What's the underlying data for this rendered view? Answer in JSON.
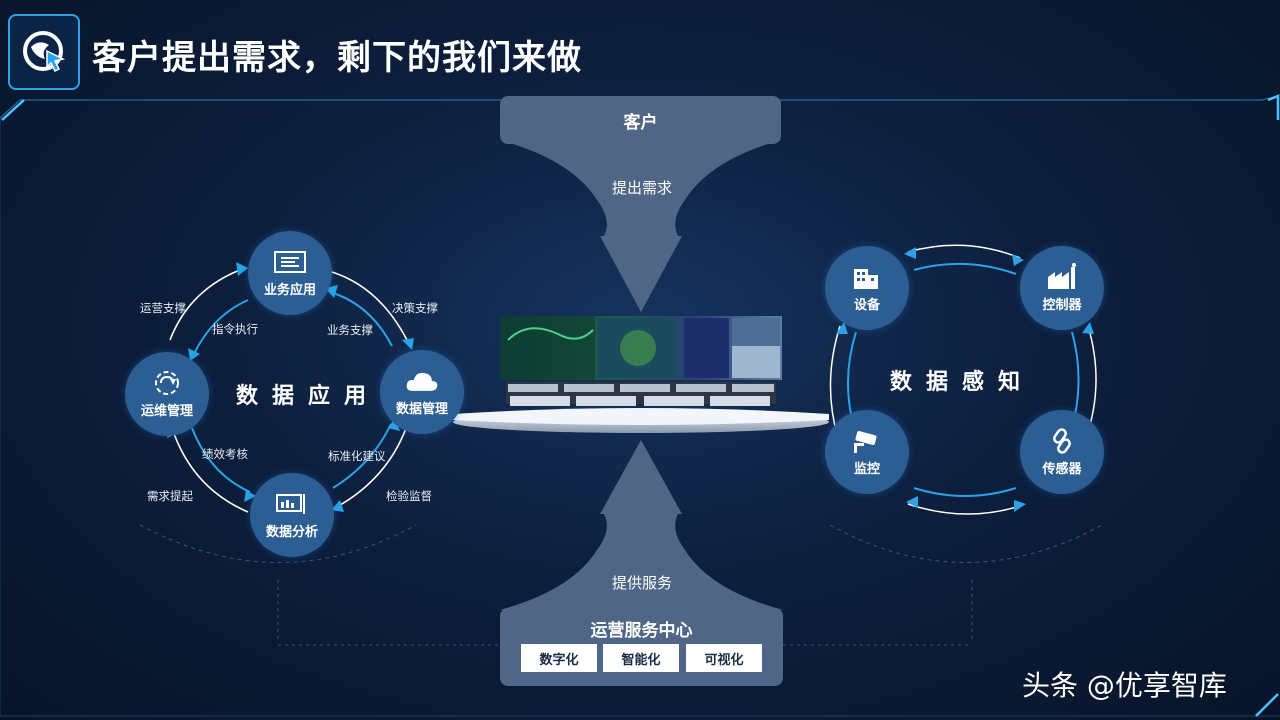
{
  "header": {
    "title": "客户提出需求，剩下的我们来做"
  },
  "customer": {
    "label": "客户"
  },
  "top_arrow": {
    "label": "提出需求"
  },
  "bottom_arrow": {
    "label": "提供服务"
  },
  "ops_center": {
    "title": "运营服务中心",
    "tags": [
      "数字化",
      "智能化",
      "可视化"
    ]
  },
  "left_cycle": {
    "center": "数据应用",
    "nodes": {
      "business": "业务应用",
      "data_mgmt": "数据管理",
      "analysis": "数据分析",
      "ops_mgmt": "运维管理"
    },
    "labels": {
      "ops_support": "运营支撑",
      "command": "指令执行",
      "decision": "决策支撑",
      "biz_support": "业务支撑",
      "performance": "绩效考核",
      "request": "需求提起",
      "standard": "标准化建议",
      "inspect": "检验监督"
    }
  },
  "right_cycle": {
    "center": "数据感知",
    "nodes": {
      "device": "设备",
      "controller": "控制器",
      "monitor": "监控",
      "sensor": "传感器"
    }
  },
  "watermark": "头条 @优享智库",
  "colors": {
    "accent": "#2aa3e8",
    "node": "#2c5d93",
    "box": "#4f6686"
  }
}
